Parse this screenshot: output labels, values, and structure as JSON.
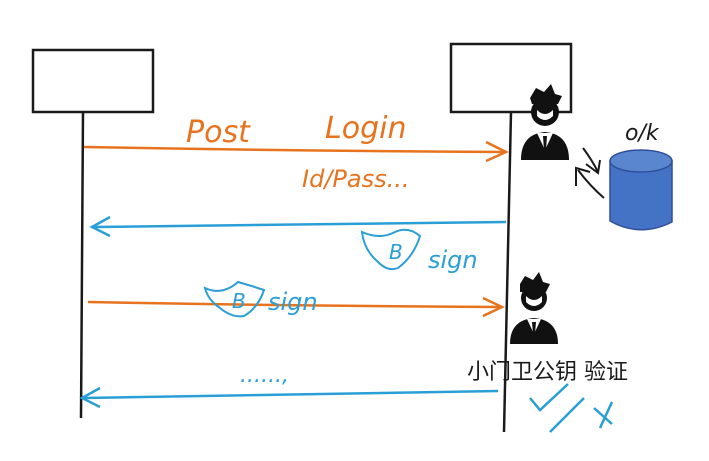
{
  "colors": {
    "ink": "#1a1a1a",
    "request": "#e8731e",
    "response": "#2a9fd6",
    "database_fill": "#4472c4",
    "database_stroke": "#2f4f9a"
  },
  "messages": {
    "post_label": "Post",
    "login_label": "Login",
    "credentials_label": "Id/Pass...",
    "sign_label_1": "sign",
    "shield_letter_1": "B",
    "sign_label_2": "sign",
    "shield_letter_2": "B",
    "ellipsis_label": "......,"
  },
  "database": {
    "status_label": "o/k"
  },
  "server": {
    "caption": "小门卫公钥 验证"
  },
  "icons": {
    "client_box": "rectangle",
    "server_box": "rectangle",
    "guard_top": "person-icon",
    "guard_bottom": "person-icon",
    "database": "database-cylinder-icon",
    "shield_1": "shield-icon",
    "shield_2": "shield-icon",
    "check": "check-icon",
    "cross": "cross-icon"
  }
}
